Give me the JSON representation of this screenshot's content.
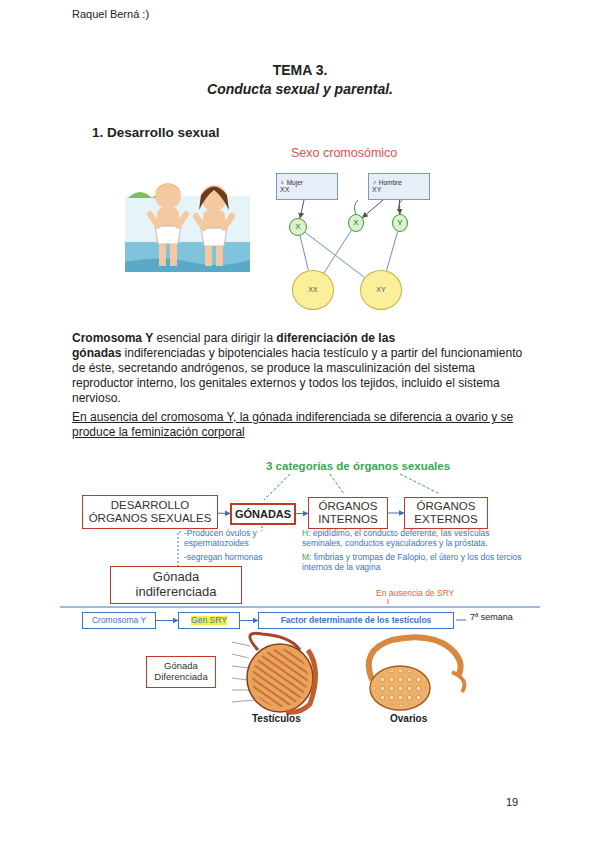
{
  "diagram": {
    "title": "TEMA 3.",
    "nodes": [
      {
        "text": [
          "♀ Mujer",
          "XX"
        ]
      },
      {
        "text": [
          "♂ Hombre",
          "XY"
        ]
      },
      {
        "text": [
          "X"
        ]
      },
      {
        "text": [
          "X"
        ]
      },
      {
        "text": [
          "Y"
        ]
      },
      {
        "text": [
          "XX"
        ]
      },
      {
        "text": [
          "XY"
        ]
      },
      {
        "text": [
          "DESARROLLO ÓRGANOS SEXUALES"
        ]
      },
      {
        "text": [
          "GÓNADAS"
        ]
      },
      {
        "text": [
          "ÓRGANOS INTERNOS"
        ]
      },
      {
        "text": [
          "ÓRGANOS EXTERNOS"
        ]
      },
      {
        "text": [
          "Gónada indiferenciada"
        ]
      },
      {
        "text": [
          "Cromosoma Y"
        ]
      },
      {
        "text": [
          "Gen SRY"
        ]
      },
      {
        "text": [
          "Factor determinante de los testículos"
        ]
      },
      {
        "text": [
          "Gónada Diferenciada"
        ]
      }
    ],
    "edges": [
      {
        "from": 0,
        "to": 2,
        "arrow": "to"
      },
      {
        "from": 1,
        "to": 3,
        "arrow": "to"
      },
      {
        "from": 1,
        "to": 4,
        "arrow": "to"
      },
      {
        "from": 2,
        "to": 5,
        "arrow": "none"
      },
      {
        "from": 2,
        "to": 6,
        "arrow": "none"
      },
      {
        "from": 3,
        "to": 5,
        "arrow": "none"
      },
      {
        "from": 4,
        "to": 6,
        "arrow": "none"
      },
      {
        "from": 7,
        "to": 8,
        "arrow": "to"
      },
      {
        "from": 8,
        "to": 9,
        "arrow": "to"
      },
      {
        "from": 9,
        "to": 10,
        "arrow": "to"
      },
      {
        "from": 12,
        "to": 13,
        "arrow": "to"
      },
      {
        "from": 13,
        "to": 14,
        "arrow": "to"
      }
    ],
    "labels": [
      "Raquel Berná :)",
      "Conducta sexual y parental.",
      "1. Desarrollo sexual",
      "Sexo cromosómico",
      "Cromosoma Y",
      "esencial para dirigir la",
      "diferenciación de las gónadas",
      "indiferenciadas y bipotenciales hacia testículo y a partir del funcionamiento de éste, secretando andrógenos, se produce la masculinización del sistema reproductor interno, los genitales externos y todos los tejidos, incluido el sistema nervioso.",
      "En ausencia del cromosoma Y, la gónada indiferenciada se diferencia a ovario y se produce la feminización corporal",
      "3 categorías de órganos sexuales",
      "-Producen óvulos y espermatozoides",
      "-segregan hormonas",
      "H:",
      "epidídimo, el conducto deferente, las vesículas seminales, conductos eyaculadores y la próstata.",
      "M:",
      "fimbrias y trompas de Falopio, el útero y los dos tercios internos de la vagina",
      "En ausencia de SRY",
      "7ª semana",
      "Testículos",
      "Ovarios",
      "19"
    ]
  }
}
